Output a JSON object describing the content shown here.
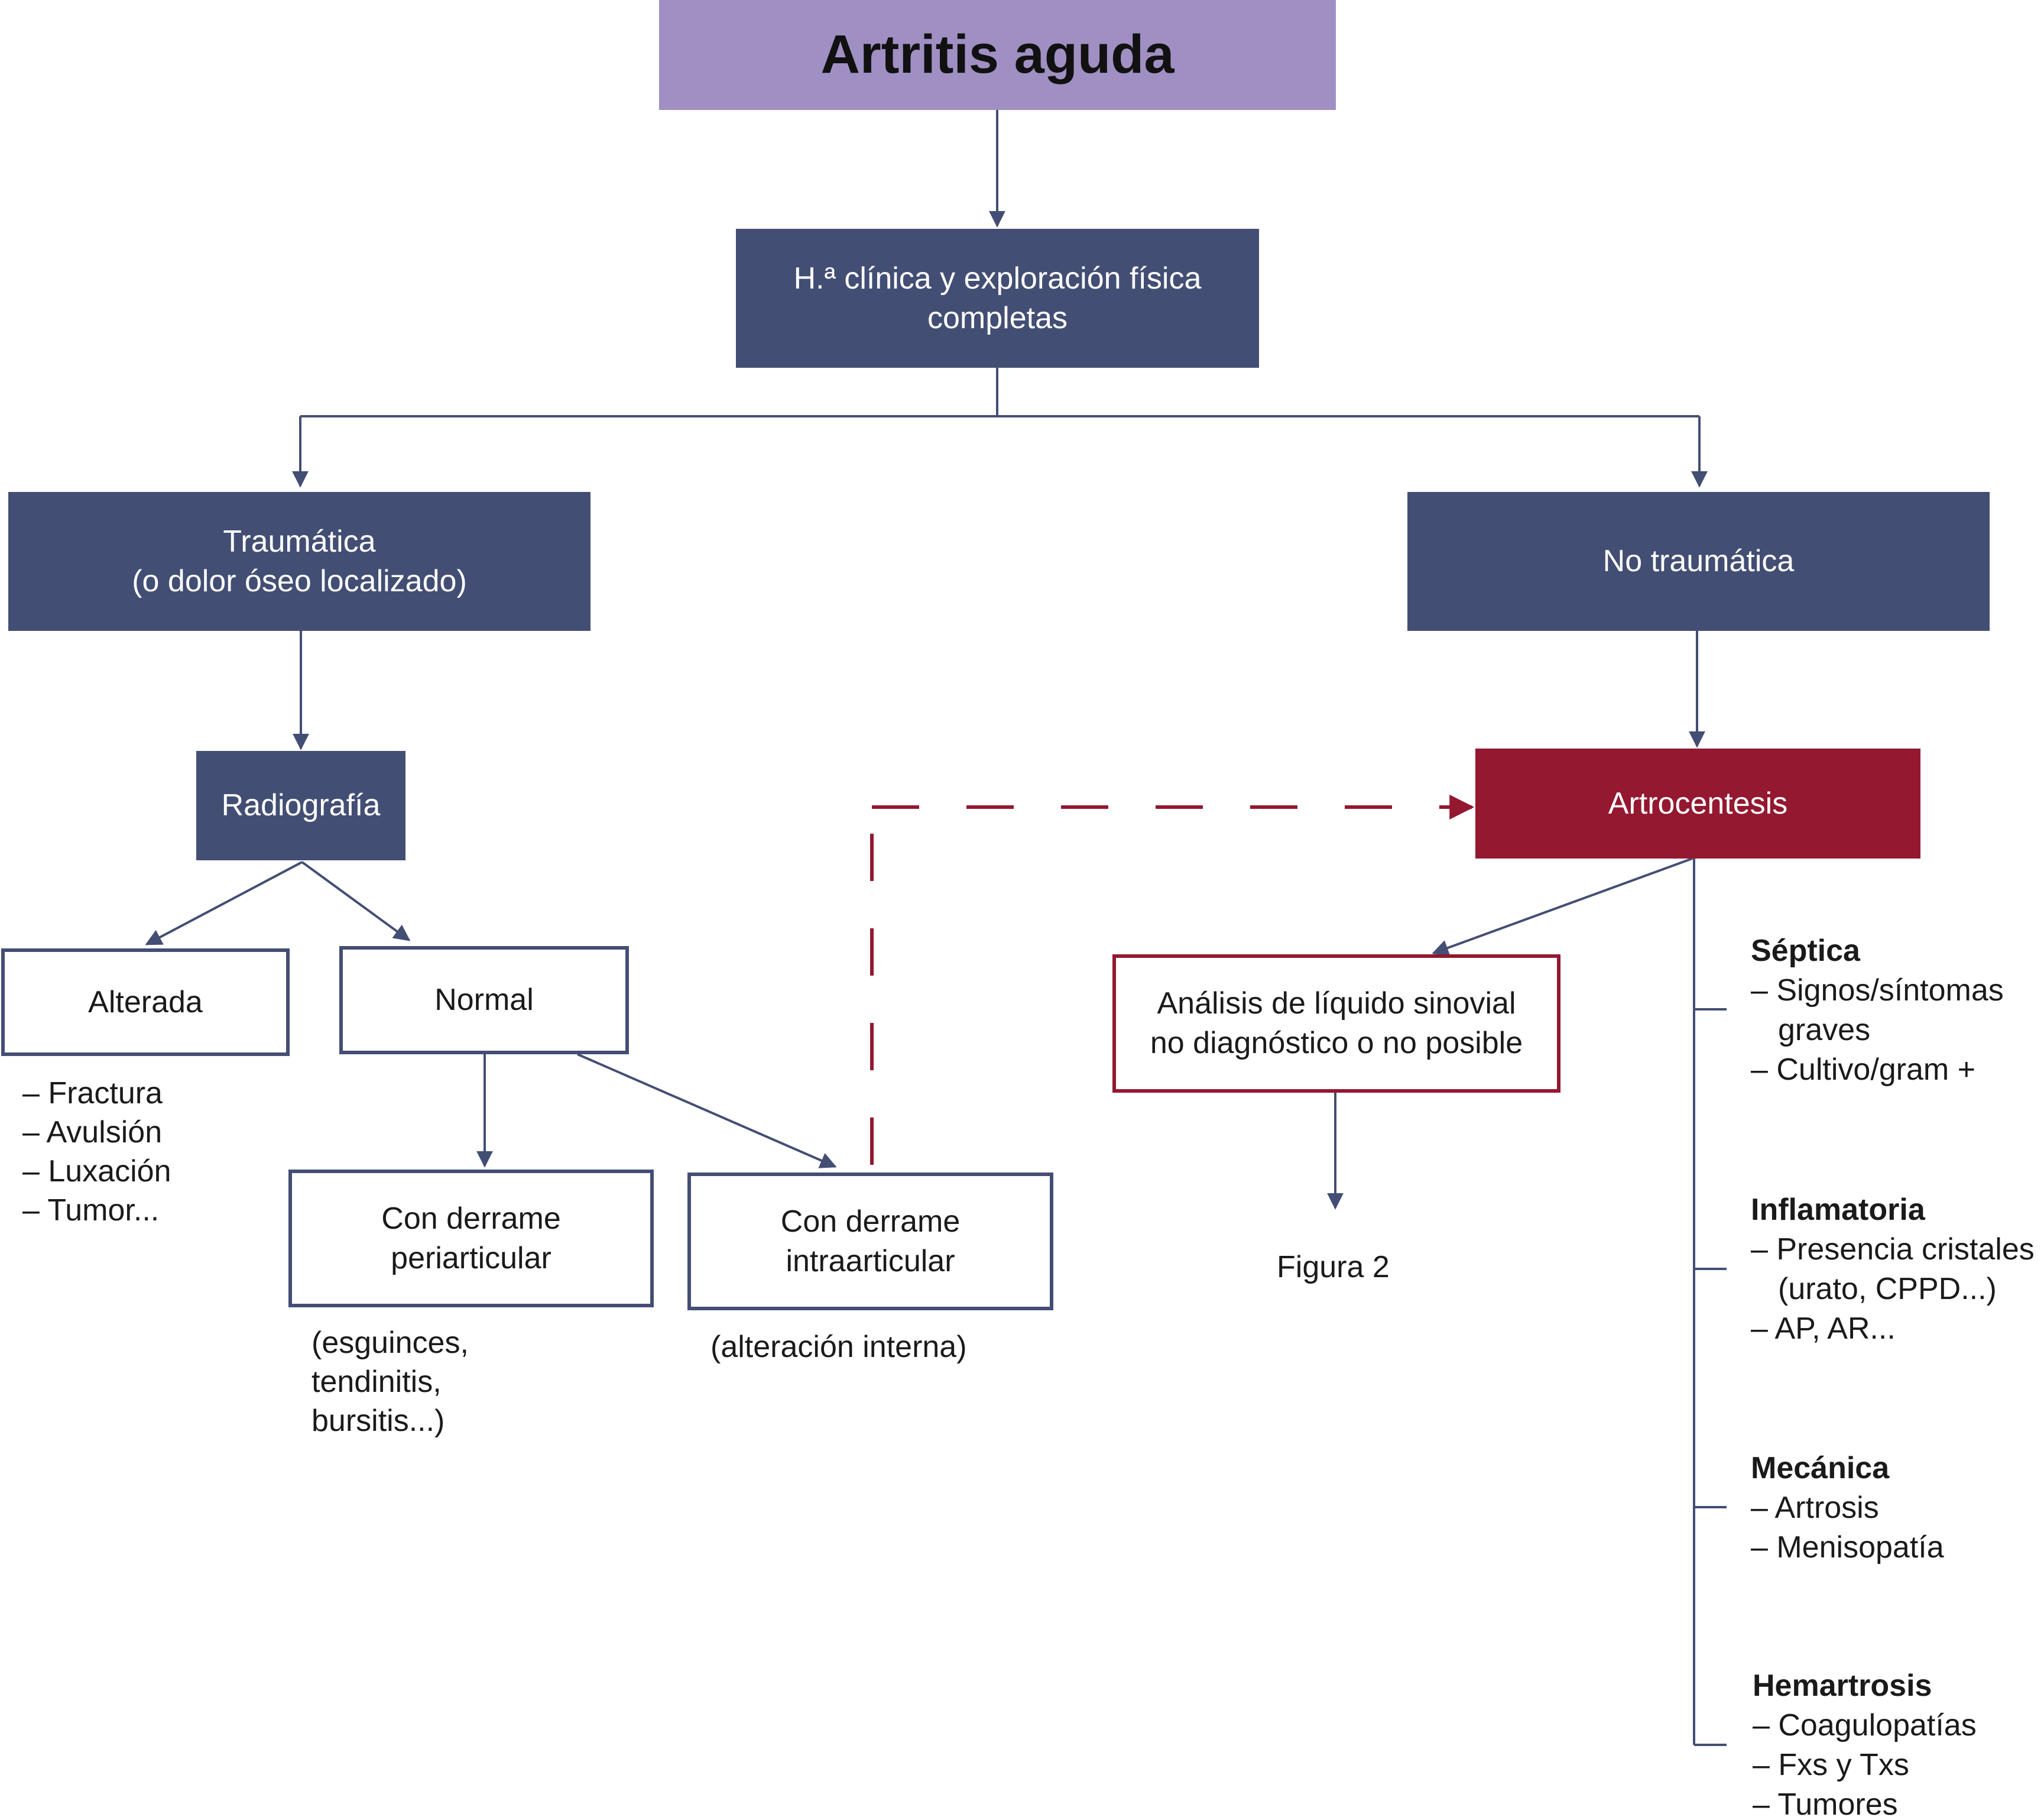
{
  "title": "Artritis aguda",
  "history_box": [
    "H.ª clínica y exploración física",
    "completas"
  ],
  "traumatic_box": [
    "Traumática",
    "(o dolor óseo localizado)"
  ],
  "non_traumatic_box": "No traumática",
  "radiography_box": "Radiografía",
  "altered_box": "Alterada",
  "altered_items": [
    "– Fractura",
    "– Avulsión",
    "– Luxación",
    "– Tumor..."
  ],
  "normal_box": "Normal",
  "periarticular_box": [
    "Con derrame",
    "periarticular"
  ],
  "periarticular_note": [
    "(esguinces,",
    "tendinitis,",
    "bursitis...)"
  ],
  "intraarticular_box": [
    "Con derrame",
    "intraarticular"
  ],
  "intraarticular_note": "(alteración interna)",
  "arthrocentesis_box": "Artrocentesis",
  "synovial_box": [
    "Análisis de líquido sinovial",
    "no diagnóstico o no posible"
  ],
  "figure_ref": "Figura 2",
  "categories": [
    {
      "title": "Séptica",
      "items": [
        "– Signos/síntomas",
        "graves",
        "– Cultivo/gram +"
      ]
    },
    {
      "title": "Inflamatoria",
      "items": [
        "– Presencia cristales",
        "(urato, CPPD...)",
        "– AP, AR..."
      ]
    },
    {
      "title": "Mecánica",
      "items": [
        "– Artrosis",
        "– Menisopatía"
      ]
    },
    {
      "title": "Hemartrosis",
      "items": [
        "– Coagulopatías",
        "– Fxs y Txs",
        "– Tumores"
      ]
    }
  ],
  "colors": {
    "title_fill": "#a08fc3",
    "navy": "#434e74",
    "crimson": "#931830",
    "dashed_connector": "#931830"
  }
}
